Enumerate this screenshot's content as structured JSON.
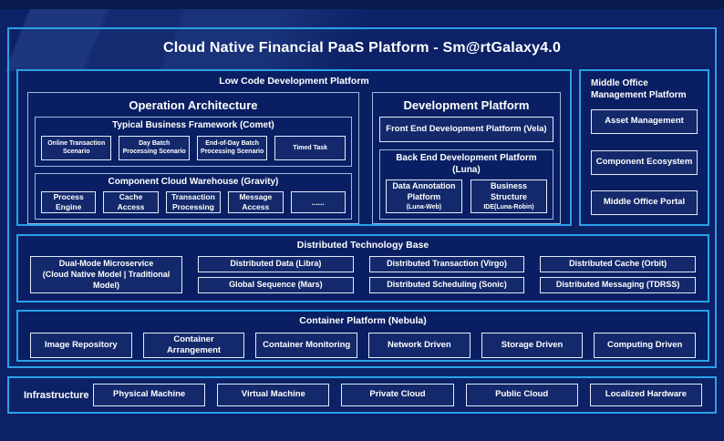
{
  "title": "Cloud Native Financial PaaS Platform - Sm@rtGalaxy4.0",
  "colors": {
    "background": "#0c2166",
    "frame_border": "#2aa1e8",
    "panel_border": "#9fb9dd",
    "leaf_border": "#e3ecf8",
    "leaf_fill": "#14296b",
    "text": "#ffffff"
  },
  "low_code": {
    "label": "Low Code Development Platform",
    "operation_architecture": {
      "title": "Operation Architecture",
      "typical_business": {
        "label": "Typical Business Framework (Comet)",
        "items": [
          "Online Transaction Scenario",
          "Day Batch Processing Scenario",
          "End-of-Day Batch Processing Scenario",
          "Timed Task"
        ]
      },
      "component_cloud": {
        "label": "Component Cloud Warehouse (Gravity)",
        "items": [
          "Process Engine",
          "Cache Access",
          "Transaction Processing",
          "Message Access",
          "......"
        ]
      }
    },
    "development_platform": {
      "title": "Development Platform",
      "front_end_label": "Front End Development Platform (Vela)",
      "back_end": {
        "label": "Back End Development Platform (Luna)",
        "items": [
          {
            "name": "Data Annotation Platform",
            "sub": "(Luna-Web)"
          },
          {
            "name": "Business Structure",
            "sub": "IDE(Luna-Robin)"
          }
        ]
      }
    }
  },
  "middle_office": {
    "label": "Middle Office Management Platform",
    "items": [
      "Asset Management",
      "Component Ecosystem",
      "Middle Office Portal"
    ]
  },
  "distributed": {
    "label": "Distributed Technology Base",
    "dual_mode": {
      "name": "Dual-Mode Microservice",
      "sub": "(Cloud Native Model | Traditional Model)"
    },
    "items": [
      "Distributed Data (Libra)",
      "Global Sequence (Mars)",
      "Distributed Transaction (Virgo)",
      "Distributed Scheduling (Sonic)",
      "Distributed Cache (Orbit)",
      "Distributed Messaging (TDRSS)"
    ]
  },
  "container_platform": {
    "label": "Container Platform (Nebula)",
    "items": [
      "Image Repository",
      "Container Arrangement",
      "Container Monitoring",
      "Network Driven",
      "Storage Driven",
      "Computing Driven"
    ]
  },
  "infrastructure": {
    "label": "Infrastructure",
    "items": [
      "Physical Machine",
      "Virtual Machine",
      "Private Cloud",
      "Public Cloud",
      "Localized Hardware"
    ]
  }
}
